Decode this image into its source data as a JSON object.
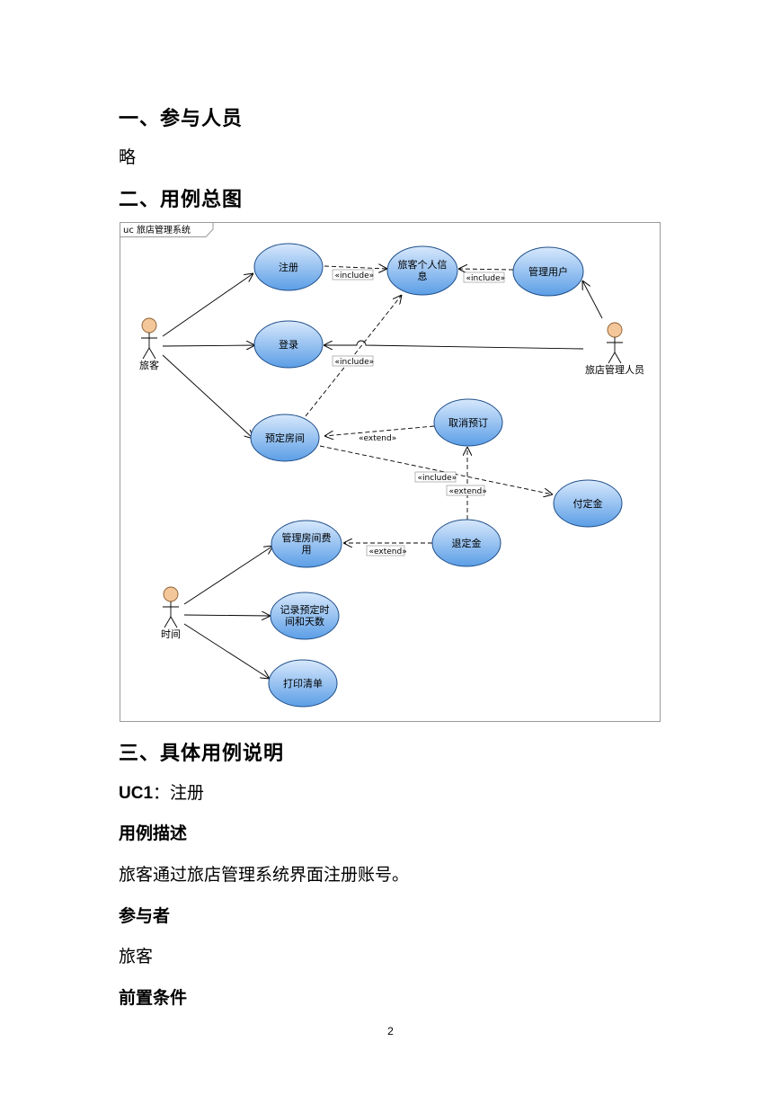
{
  "sections": {
    "participants": {
      "heading": "一、参与人员",
      "body": "略"
    },
    "overview": {
      "heading": "二、用例总图"
    },
    "details": {
      "heading": "三、具体用例说明"
    }
  },
  "diagram": {
    "frame_title": "uc 旅店管理系统",
    "actors": {
      "traveler": "旅客",
      "hotel_admin": "旅店管理人员",
      "time": "时间"
    },
    "use_cases": {
      "register": "注册",
      "personal_info": [
        "旅客个人信",
        "息"
      ],
      "manage_users": "管理用户",
      "login": "登录",
      "reserve_room": "预定房间",
      "cancel_reservation": "取消预订",
      "pay_deposit": "付定金",
      "refund_deposit": "退定金",
      "manage_room_fee": [
        "管理房间费",
        "用"
      ],
      "record_time": [
        "记录预定时",
        "间和天数"
      ],
      "print_list": "打印清单"
    },
    "stereotypes": {
      "include": "«include»",
      "extend": "«extend»"
    }
  },
  "uc1": {
    "label": "UC1",
    "separator": "：",
    "name": "注册",
    "desc_heading": "用例描述",
    "desc": "旅客通过旅店管理系统界面注册账号。",
    "actors_heading": "参与者",
    "actors": "旅客",
    "precondition_heading": "前置条件"
  },
  "page_number": "2",
  "colors": {
    "usecase_fill_top": "#cfe3fb",
    "usecase_fill_bottom": "#5b9ee6",
    "usecase_stroke": "#1f4f8a",
    "actor_head": "#f3c79a"
  }
}
